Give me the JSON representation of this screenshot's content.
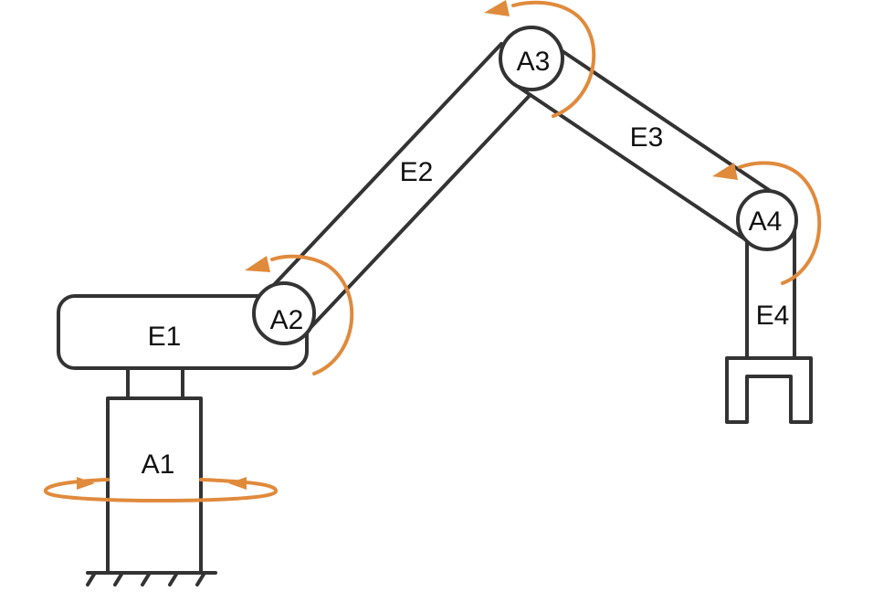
{
  "colors": {
    "outline": "#333333",
    "rotation_arrow": "#E08A3C"
  },
  "labels": {
    "a1": "A1",
    "a2": "A2",
    "a3": "A3",
    "a4": "A4",
    "e1": "E1",
    "e2": "E2",
    "e3": "E3",
    "e4": "E4"
  }
}
